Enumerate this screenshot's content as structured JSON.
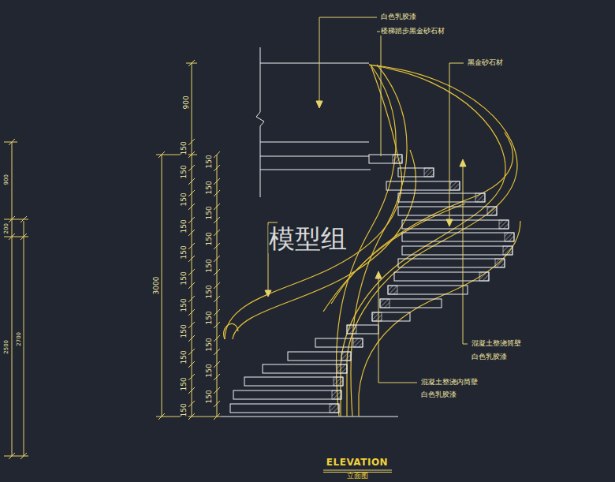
{
  "diagram": {
    "title": "ELEVATION",
    "caption": "立面图",
    "labels": [
      "白色乳胶漆",
      "楼梯踏步黑金砂石材",
      "黑金砂石材",
      "混凝土整浇筒壁",
      "白色乳胶漆",
      "混凝土整浇内筒壁",
      "白色乳胶漆",
      "模型组",
      "900",
      "150",
      "150",
      "150",
      "150",
      "150",
      "150",
      "150",
      "150",
      "150",
      "150",
      "150",
      "150",
      "150",
      "150",
      "150",
      "150",
      "150",
      "150",
      "150",
      "150",
      "150",
      "3000",
      "900",
      "200",
      "2500",
      "2700"
    ]
  }
}
